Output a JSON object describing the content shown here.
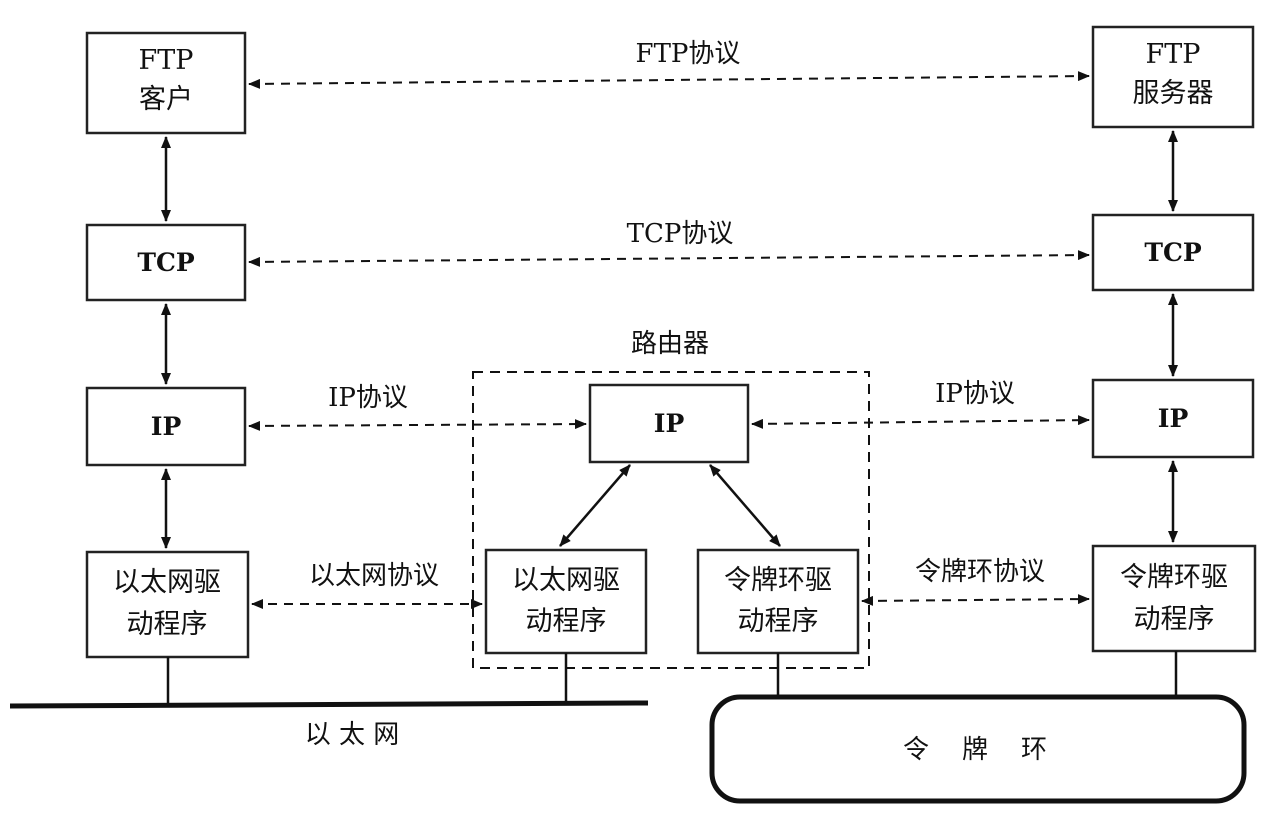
{
  "protocols": {
    "ftp": "FTP协议",
    "tcp": "TCP协议",
    "ip_left": "IP协议",
    "ip_right": "IP协议",
    "ethernet": "以太网协议",
    "token_ring": "令牌环协议"
  },
  "left_host": {
    "ftp": [
      "FTP",
      "客户"
    ],
    "tcp": "TCP",
    "ip": "IP",
    "driver": [
      "以太网驱",
      "动程序"
    ]
  },
  "router": {
    "title": "路由器",
    "ip": "IP",
    "eth_driver": [
      "以太网驱",
      "动程序"
    ],
    "tr_driver": [
      "令牌环驱",
      "动程序"
    ]
  },
  "right_host": {
    "ftp": [
      "FTP",
      "服务器"
    ],
    "tcp": "TCP",
    "ip": "IP",
    "driver": [
      "令牌环驱",
      "动程序"
    ]
  },
  "networks": {
    "ethernet": "以 太 网",
    "token_ring": "令    牌    环"
  }
}
